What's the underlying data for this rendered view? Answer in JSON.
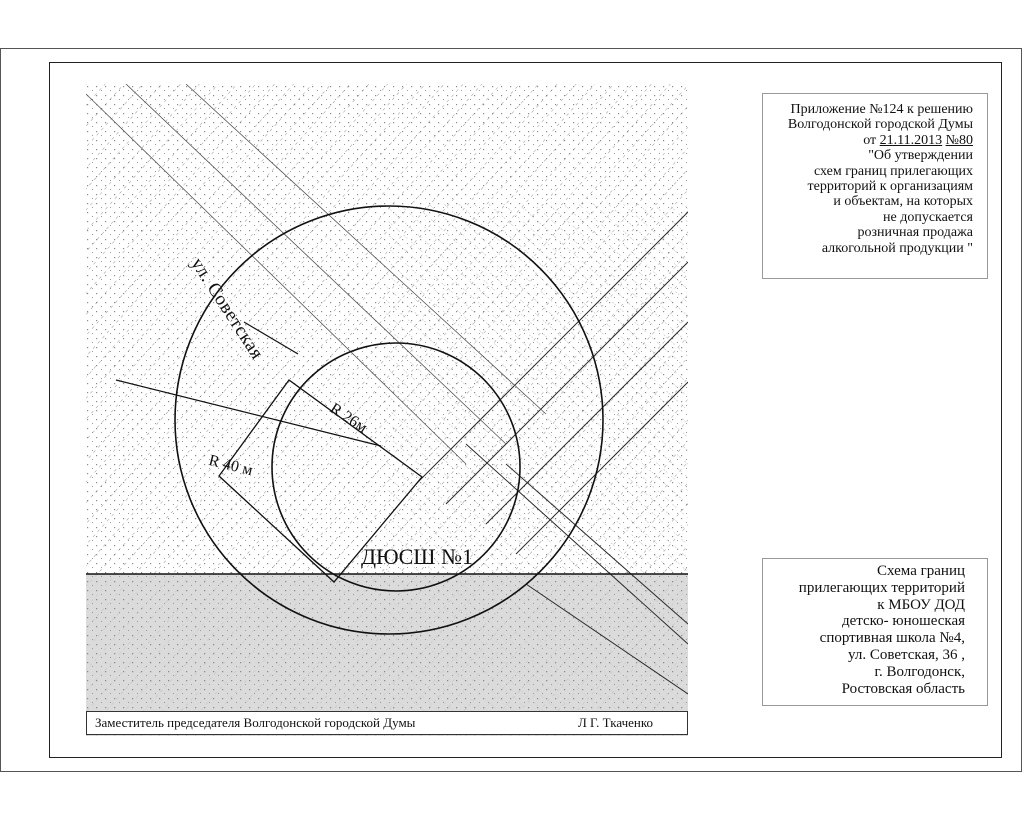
{
  "colors": {
    "line": "#1a1a1a",
    "noise": "#8a8a8a",
    "shade": "#cfcfcf"
  },
  "map": {
    "street": "ул. Советская",
    "radius_outer": "R 40 м",
    "radius_inner": "R 26м",
    "school": "ДЮСШ №1"
  },
  "signature": {
    "position": "Заместитель председателя Волгодонской городской Думы",
    "name": "Л   Г. Ткаченко"
  },
  "annex": {
    "line1": "Приложение №124 к решению",
    "line2": "Волгодонской городской Думы",
    "line3_prefix": "от ",
    "date": "21.11.2013",
    "number": "№80",
    "line4": "\"Об утверждении",
    "line5": "схем границ прилегающих",
    "line6": "территорий к организациям",
    "line7": "и объектам, на которых",
    "line8": "не допускается",
    "line9": "розничная продажа",
    "line10": "алкогольной продукции \""
  },
  "scheme": {
    "line1": "Схема границ",
    "line2": "прилегающих территорий",
    "line3": "к МБОУ ДОД",
    "line4": "детско- юношеская",
    "line5": "спортивная школа №4,",
    "line6": "ул. Советская, 36 ,",
    "line7": "г. Волгодонск,",
    "line8": "Ростовская область"
  }
}
